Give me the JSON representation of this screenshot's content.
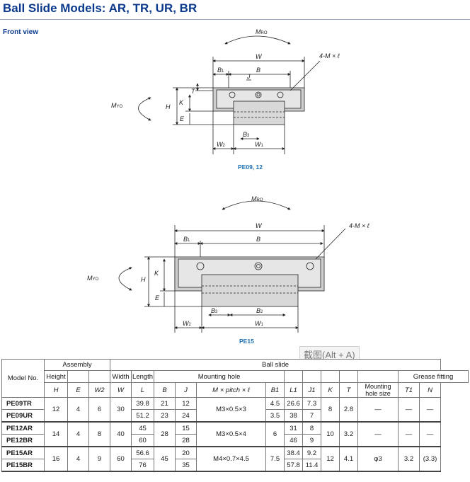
{
  "title": "Ball Slide Models: AR, TR, UR, BR",
  "front_view_label": "Front view",
  "captions": {
    "top": "PE09, 12",
    "bottom": "PE15"
  },
  "tooltip": "截图(Alt + A)",
  "drawing_labels": {
    "mro": "MRO",
    "myo": "MYO",
    "w": "W",
    "b": "B",
    "b1": "B1",
    "j": "J",
    "t": "T",
    "k": "K",
    "h": "H",
    "e": "E",
    "b2": "B2",
    "b3": "B3",
    "w1": "W1",
    "w2": "W2",
    "hole": "4-M × ℓ"
  },
  "table": {
    "group_assembly": "Assembly",
    "group_ball_slide": "Ball slide",
    "model_no": "Model No.",
    "height": "Height",
    "width": "Width",
    "length": "Length",
    "mounting_hole": "Mounting hole",
    "grease_fitting": "Grease fitting",
    "mounting_hole_size": "Mounting hole size",
    "sym": {
      "H": "H",
      "E": "E",
      "W2": "W2",
      "W": "W",
      "L": "L",
      "B": "B",
      "J": "J",
      "M": "M × pitch × ℓ",
      "B1": "B1",
      "L1": "L1",
      "J1": "J1",
      "K": "K",
      "T": "T",
      "T1": "T1",
      "N": "N"
    },
    "rows": [
      {
        "models": [
          "PE09TR",
          "PE09UR"
        ],
        "H": "12",
        "E": "4",
        "W2": "6",
        "W": "30",
        "L": [
          "39.8",
          "51.2"
        ],
        "B": [
          "21",
          "23"
        ],
        "J": [
          "12",
          "24"
        ],
        "M": "M3×0.5×3",
        "B1": [
          "4.5",
          "3.5"
        ],
        "L1": [
          "26.6",
          "38"
        ],
        "J1": [
          "7.3",
          "7"
        ],
        "K": "8",
        "T": "2.8",
        "size": "—",
        "T1": "—",
        "N": "—"
      },
      {
        "models": [
          "PE12AR",
          "PE12BR"
        ],
        "H": "14",
        "E": "4",
        "W2": "8",
        "W": "40",
        "L": [
          "45",
          "60"
        ],
        "B": [
          "28",
          "28"
        ],
        "J": [
          "15",
          "28"
        ],
        "M": "M3×0.5×4",
        "B1": [
          "6",
          "6"
        ],
        "L1": [
          "31",
          "46"
        ],
        "J1": [
          "8",
          "9"
        ],
        "K": "10",
        "T": "3.2",
        "size": "—",
        "T1": "—",
        "N": "—"
      },
      {
        "models": [
          "PE15AR",
          "PE15BR"
        ],
        "H": "16",
        "E": "4",
        "W2": "9",
        "W": "60",
        "L": [
          "56.6",
          "76"
        ],
        "B": [
          "45",
          "45"
        ],
        "J": [
          "20",
          "35"
        ],
        "M": "M4×0.7×4.5",
        "B1": [
          "7.5",
          "7.5"
        ],
        "L1": [
          "38.4",
          "57.8"
        ],
        "J1": [
          "9.2",
          "11.4"
        ],
        "K": "12",
        "T": "4.1",
        "size": "φ3",
        "T1": "3.2",
        "N": "(3.3)"
      }
    ]
  }
}
